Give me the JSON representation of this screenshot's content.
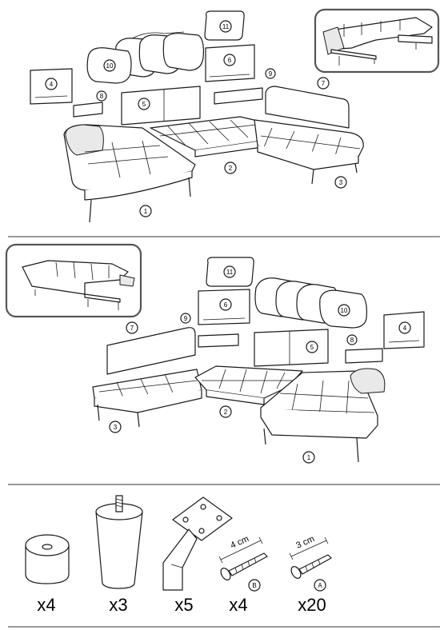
{
  "section_a": {
    "callouts": [
      "1",
      "2",
      "3",
      "4",
      "5",
      "6",
      "7",
      "8",
      "9",
      "10",
      "11"
    ]
  },
  "section_b": {
    "callouts": [
      "1",
      "2",
      "3",
      "4",
      "5",
      "6",
      "7",
      "8",
      "9",
      "10",
      "11"
    ]
  },
  "hardware": {
    "items": [
      {
        "icon": "foot-cap-icon",
        "qty": "x4"
      },
      {
        "icon": "cylinder-leg-icon",
        "qty": "x3"
      },
      {
        "icon": "angled-leg-bracket-icon",
        "qty": "x5"
      },
      {
        "icon": "screw-b-icon",
        "qty": "x4",
        "length": "4 cm",
        "label": "B"
      },
      {
        "icon": "screw-a-icon",
        "qty": "x20",
        "length": "3 cm",
        "label": "A"
      }
    ]
  }
}
